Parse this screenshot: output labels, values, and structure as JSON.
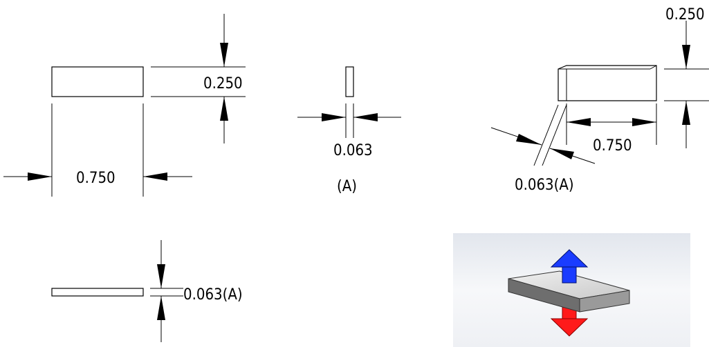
{
  "drawing": {
    "front_view": {
      "height_dim": "0.250",
      "width_dim": "0.750"
    },
    "side_view": {
      "thickness_dim": "0.063",
      "thickness_note": "(A)"
    },
    "iso_view": {
      "height_dim": "0.250",
      "width_dim": "0.750",
      "thickness_dim": "0.063(A)"
    },
    "top_view": {
      "thickness_dim": "0.063(A)"
    }
  },
  "preview": {
    "background": "#eef0f4",
    "up_arrow_color": "#1a3cff",
    "down_arrow_color": "#ff1a1a",
    "icon": "3d-plate-thickness-icon"
  }
}
